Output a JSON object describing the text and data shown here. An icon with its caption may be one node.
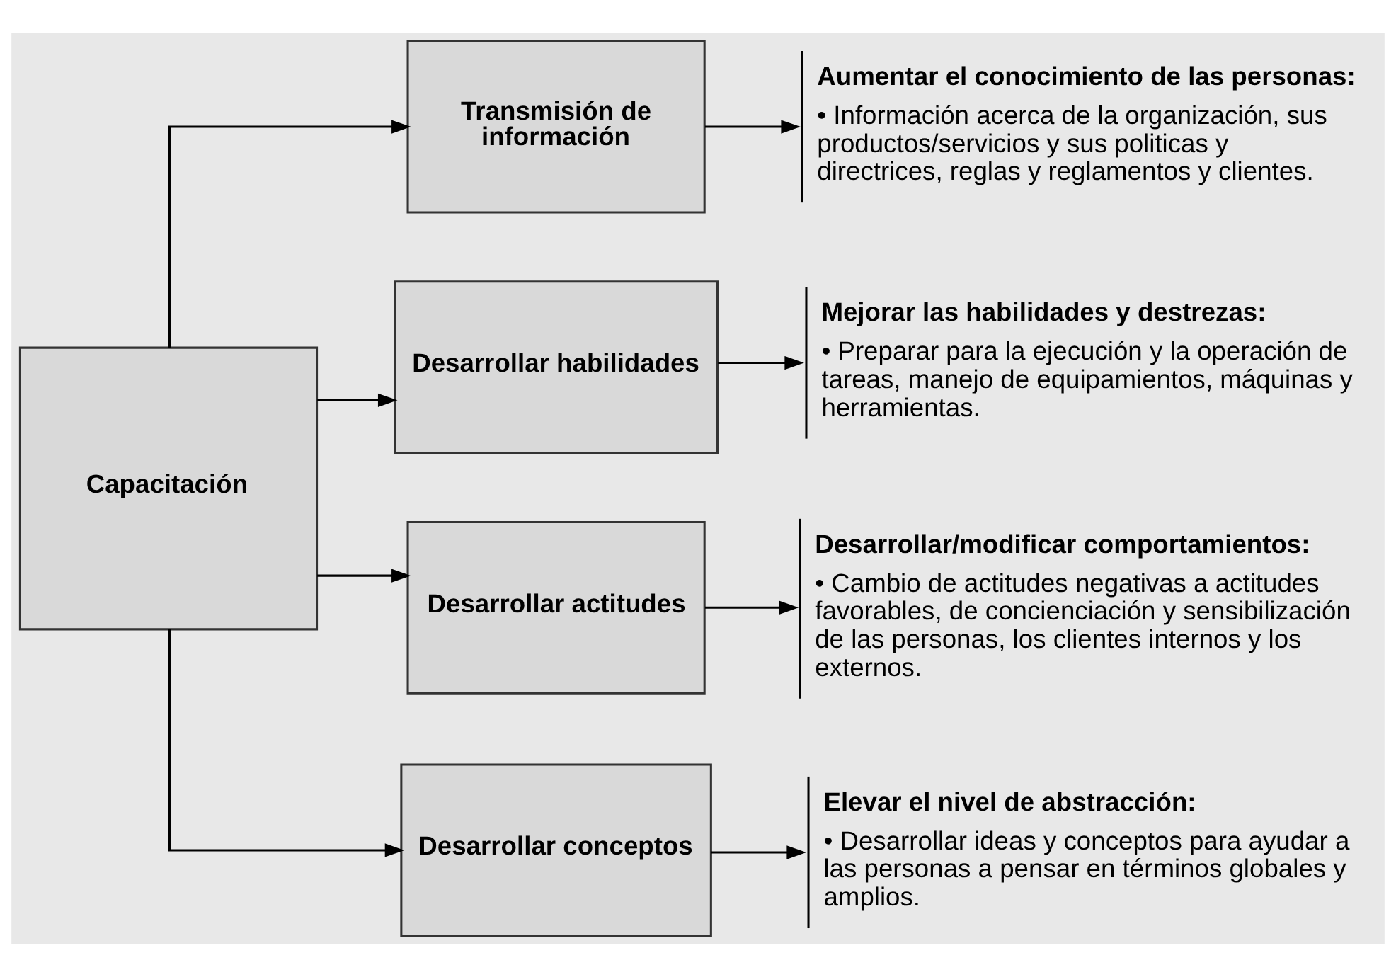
{
  "diagram": {
    "nodes": [
      {
        "text": [
          "Capacitación"
        ]
      },
      {
        "text": [
          "Transmisión de información"
        ]
      },
      {
        "text": [
          "Desarrollar habilidades"
        ]
      },
      {
        "text": [
          "Desarrollar actitudes"
        ]
      },
      {
        "text": [
          "Desarrollar conceptos"
        ]
      },
      {
        "text": [
          "Aumentar el conocimiento de las personas:",
          "• Información acerca de la organización, sus productos/servicios y sus politicas y directrices, reglas y reglamentos y clientes."
        ]
      },
      {
        "text": [
          "Mejorar las habilidades y destrezas:",
          "• Preparar para la ejecución y la operación de tareas, manejo de equipamientos, máquinas y herramientas."
        ]
      },
      {
        "text": [
          "Desarrollar/modificar comportamientos:",
          "• Cambio de actitudes negativas a actitudes favorables, de concienciación y sensibilización de las personas, los clientes internos y los externos."
        ]
      },
      {
        "text": [
          "Elevar el nivel de abstracción:",
          "• Desarrollar ideas y conceptos para ayudar a las personas a pensar en términos globales y amplios."
        ]
      }
    ],
    "edges": [
      {
        "from": 0,
        "to": 1,
        "arrow": "to"
      },
      {
        "from": 0,
        "to": 2,
        "arrow": "to"
      },
      {
        "from": 0,
        "to": 3,
        "arrow": "to"
      },
      {
        "from": 0,
        "to": 4,
        "arrow": "to"
      },
      {
        "from": 1,
        "to": 5,
        "arrow": "to"
      },
      {
        "from": 2,
        "to": 6,
        "arrow": "to"
      },
      {
        "from": 3,
        "to": 7,
        "arrow": "to"
      },
      {
        "from": 4,
        "to": 8,
        "arrow": "to"
      }
    ]
  }
}
